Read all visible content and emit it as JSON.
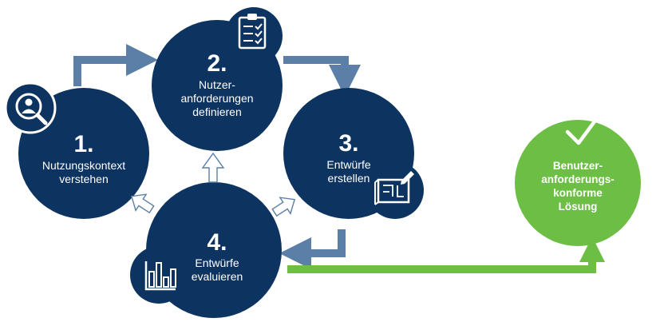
{
  "colors": {
    "navy": "#0d3360",
    "arrow_blue": "#5b7fa6",
    "green": "#6cbe45",
    "white": "#ffffff"
  },
  "steps": [
    {
      "number": "1.",
      "lines": [
        "Nutzungskontext",
        "verstehen"
      ],
      "icon": "search-user-icon"
    },
    {
      "number": "2.",
      "lines": [
        "Nutzer-",
        "anforderungen",
        "definieren"
      ],
      "icon": "clipboard-checklist-icon"
    },
    {
      "number": "3.",
      "lines": [
        "Entwürfe",
        "erstellen"
      ],
      "icon": "blueprint-pencil-icon"
    },
    {
      "number": "4.",
      "lines": [
        "Entwürfe",
        "evaluieren"
      ],
      "icon": "bar-chart-icon"
    }
  ],
  "result": {
    "lines": [
      "Benutzer-",
      "anforderungs-",
      "konforme",
      "Lösung"
    ],
    "icon": "checkmark-icon"
  }
}
